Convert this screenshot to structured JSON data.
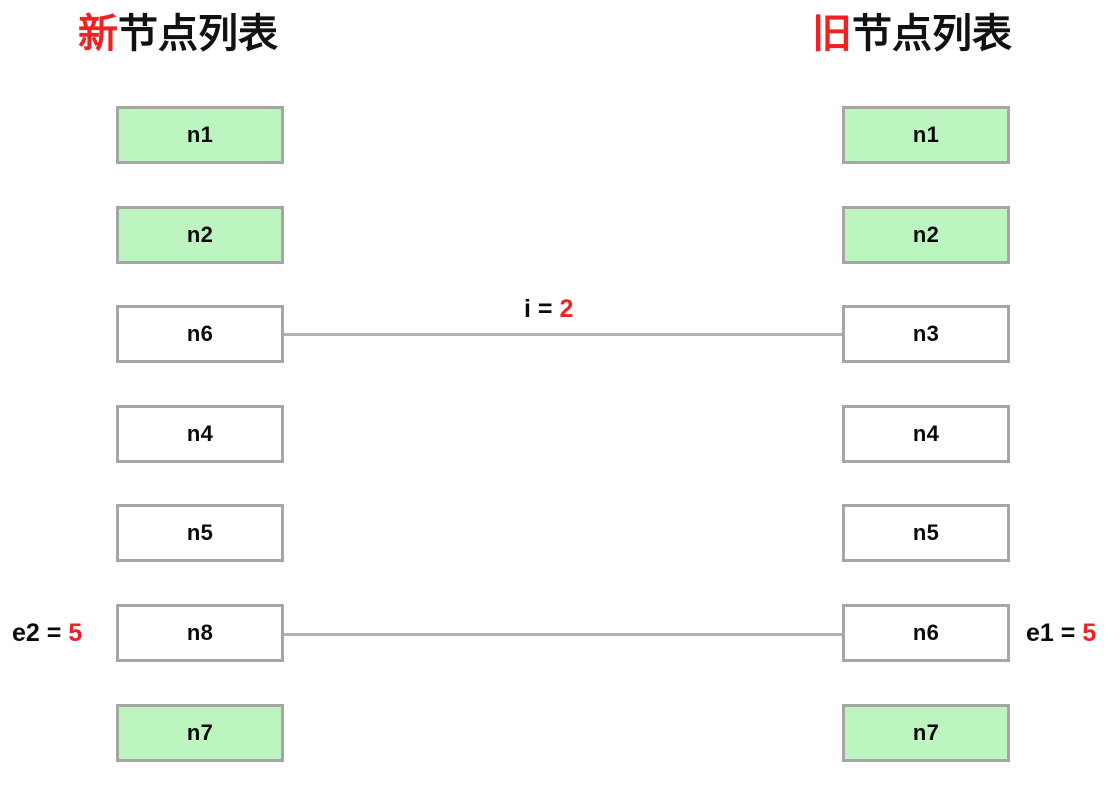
{
  "diagram": {
    "columns": [
      {
        "id": "new-list",
        "title_prefix": "新",
        "title_rest": "节点列表",
        "nodes": [
          {
            "label": "n1",
            "highlight": true
          },
          {
            "label": "n2",
            "highlight": true
          },
          {
            "label": "n6",
            "highlight": false
          },
          {
            "label": "n4",
            "highlight": false
          },
          {
            "label": "n5",
            "highlight": false
          },
          {
            "label": "n8",
            "highlight": false
          },
          {
            "label": "n7",
            "highlight": true
          }
        ]
      },
      {
        "id": "old-list",
        "title_prefix": "旧",
        "title_rest": "节点列表",
        "nodes": [
          {
            "label": "n1",
            "highlight": true
          },
          {
            "label": "n2",
            "highlight": true
          },
          {
            "label": "n3",
            "highlight": false
          },
          {
            "label": "n4",
            "highlight": false
          },
          {
            "label": "n5",
            "highlight": false
          },
          {
            "label": "n6",
            "highlight": false
          },
          {
            "label": "n7",
            "highlight": true
          }
        ]
      }
    ],
    "connectors": [
      {
        "id": "conn-i",
        "from": "new.n6",
        "to": "old.n3"
      },
      {
        "id": "conn-e",
        "from": "new.n8",
        "to": "old.n6"
      }
    ],
    "labels": {
      "index": {
        "name": "i",
        "eq": "=",
        "value": "2"
      },
      "end_new": {
        "name": "e2",
        "eq": "=",
        "value": "5"
      },
      "end_old": {
        "name": "e1",
        "eq": "=",
        "value": "5"
      }
    },
    "colors": {
      "highlight_text": "#ee2222",
      "node_fill_matched": "#bdf5c0",
      "node_fill_default": "#ffffff",
      "node_border": "#a6a6a6",
      "connector": "#b3b3b3",
      "text": "#0a0a0a",
      "background": "#ffffff"
    }
  }
}
